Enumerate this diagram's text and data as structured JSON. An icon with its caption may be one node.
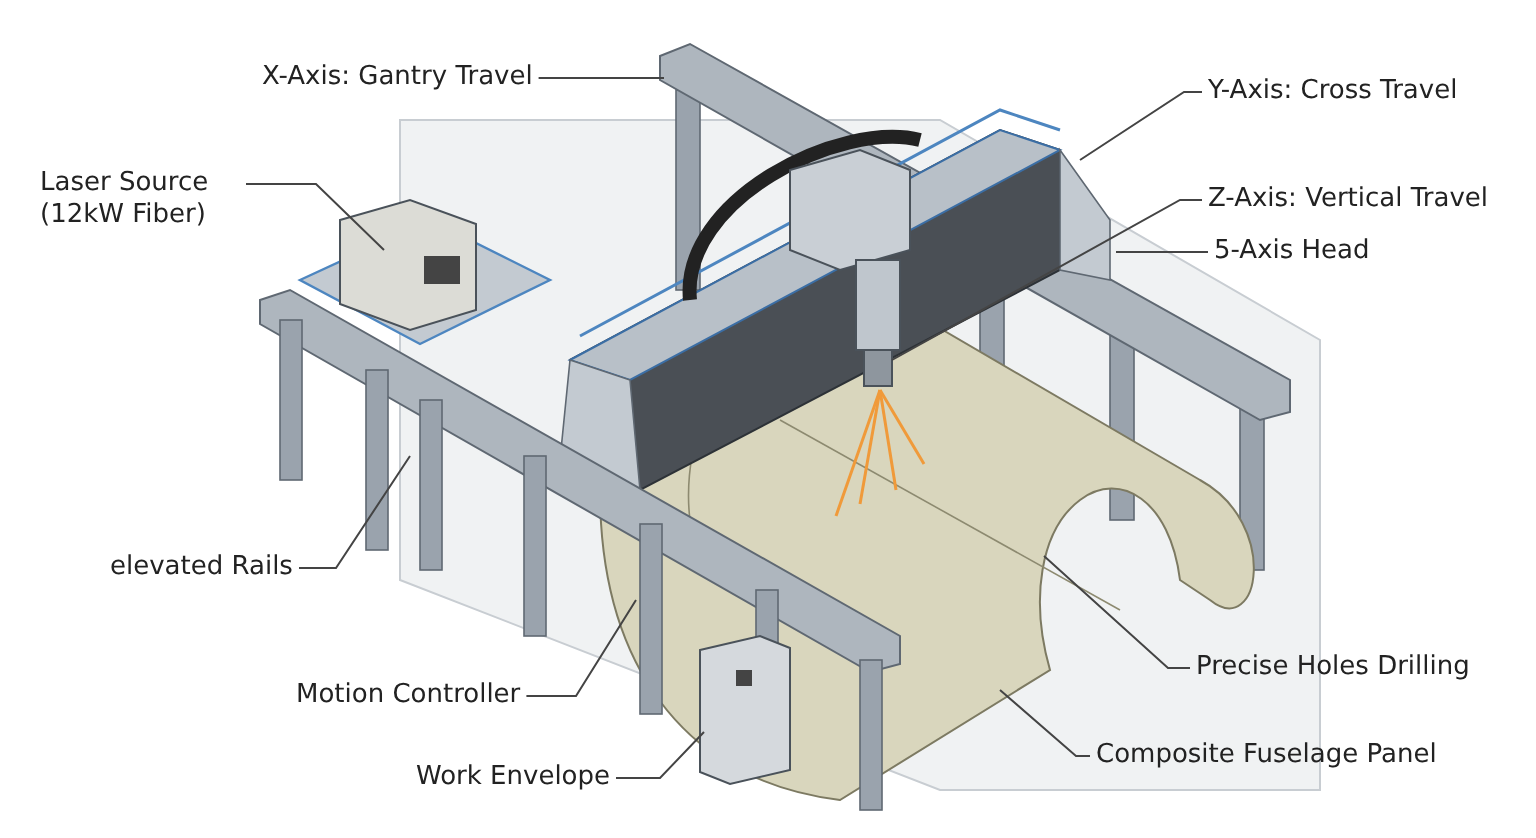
{
  "diagram": {
    "nodes": [
      {
        "text": [
          "X-Axis: Gantry Travel"
        ]
      },
      {
        "text": [
          "Y-Axis: Cross Travel"
        ]
      },
      {
        "text": [
          "Laser Source (12kW Fiber)"
        ]
      },
      {
        "text": [
          "Z-Axis: Vertical Travel"
        ]
      },
      {
        "text": [
          "5-Axis Head"
        ]
      },
      {
        "text": [
          "elevated Rails"
        ]
      },
      {
        "text": [
          "Precise Holes Drilling"
        ]
      },
      {
        "text": [
          "Motion Controller"
        ]
      },
      {
        "text": [
          "Work Envelope"
        ]
      },
      {
        "text": [
          "Composite Fuselage Panel"
        ]
      }
    ],
    "edges": [
      {
        "from": 0,
        "to": null,
        "arrow": "none"
      },
      {
        "from": 1,
        "to": null,
        "arrow": "none"
      },
      {
        "from": 2,
        "to": null,
        "arrow": "none"
      },
      {
        "from": 3,
        "to": null,
        "arrow": "none"
      },
      {
        "from": 4,
        "to": null,
        "arrow": "none"
      },
      {
        "from": 5,
        "to": null,
        "arrow": "none"
      },
      {
        "from": 6,
        "to": null,
        "arrow": "none"
      },
      {
        "from": 7,
        "to": null,
        "arrow": "none"
      },
      {
        "from": 8,
        "to": null,
        "arrow": "none"
      },
      {
        "from": 9,
        "to": null,
        "arrow": "none"
      }
    ]
  }
}
